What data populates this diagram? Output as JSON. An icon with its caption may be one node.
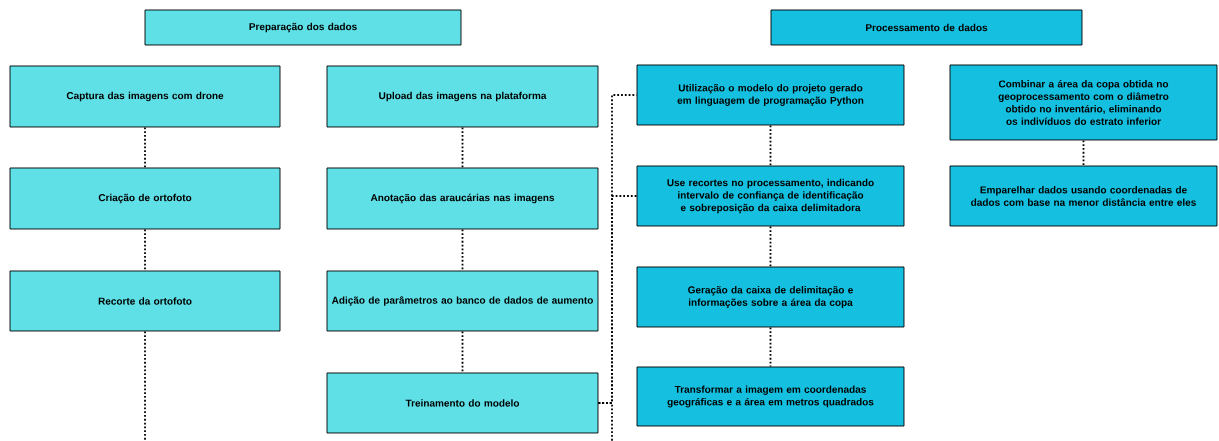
{
  "diagram": {
    "nodes": [
      {
        "text": [
          "Preparação dos dados"
        ]
      },
      {
        "text": [
          "Processamento de dados"
        ]
      },
      {
        "text": [
          "Captura das imagens com drone"
        ]
      },
      {
        "text": [
          "Upload das imagens na plataforma"
        ]
      },
      {
        "text": [
          "Utilização o modelo do projeto gerado em linguagem de programação Python"
        ]
      },
      {
        "text": [
          "Combinar a área da copa obtida no geoprocessamento com o diâmetro obtido no inventário, eliminando os indivíduos do estrato inferior"
        ]
      },
      {
        "text": [
          "Criação de ortofoto"
        ]
      },
      {
        "text": [
          "Anotação das araucárias nas imagens"
        ]
      },
      {
        "text": [
          "Use recortes no processamento, indicando intervalo de confiança de identificação e sobreposição da caixa delimitadora"
        ]
      },
      {
        "text": [
          "Emparelhar dados usando coordenadas de dados com base na menor distância entre eles"
        ]
      },
      {
        "text": [
          "Recorte da ortofoto"
        ]
      },
      {
        "text": [
          "Adição de parâmetros ao banco de dados de aumento"
        ]
      },
      {
        "text": [
          "Geração da caixa de delimitação e informações sobre a área da copa"
        ]
      },
      {
        "text": [
          "Treinamento do modelo"
        ]
      },
      {
        "text": [
          "Transformar a imagem em coordenadas geográficas e a área em metros quadrados"
        ]
      }
    ],
    "edges": [
      {
        "from": 2,
        "to": 6,
        "arrow": "none"
      },
      {
        "from": 6,
        "to": 10,
        "arrow": "none"
      },
      {
        "from": 10,
        "to": null,
        "arrow": "none"
      },
      {
        "from": 3,
        "to": 7,
        "arrow": "none"
      },
      {
        "from": 7,
        "to": 11,
        "arrow": "none"
      },
      {
        "from": 11,
        "to": 13,
        "arrow": "none"
      },
      {
        "from": 13,
        "to": 4,
        "arrow": "none"
      },
      {
        "from": 13,
        "to": 8,
        "arrow": "none"
      },
      {
        "from": 13,
        "to": null,
        "arrow": "none"
      },
      {
        "from": 4,
        "to": 8,
        "arrow": "none"
      },
      {
        "from": 8,
        "to": 12,
        "arrow": "none"
      },
      {
        "from": 12,
        "to": 14,
        "arrow": "none"
      },
      {
        "from": 5,
        "to": 9,
        "arrow": "none"
      }
    ]
  }
}
